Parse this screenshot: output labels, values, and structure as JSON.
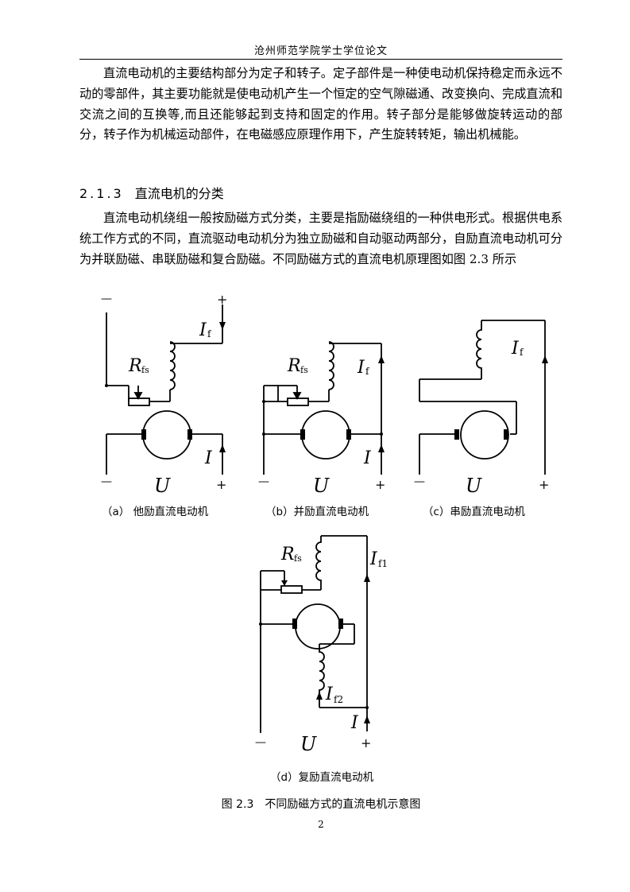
{
  "header": {
    "title": "沧州师范学院学士学位论文"
  },
  "paragraphs": [
    "直流电动机的主要结构部分为定子和转子。定子部件是一种使电动机保持稳定而永远不动的零部件，其主要功能就是使电动机产生一个恒定的空气隙磁通、改变换向、完成直流和交流之间的互换等,而且还能够起到支持和固定的作用。转子部分是能够做旋转运动的部分，转子作为机械运动部件，在电磁感应原理作用下，产生旋转转矩，输出机械能。",
    "直流电动机绕组一般按励磁方式分类，主要是指励磁绕组的一种供电形式。根据供电系统工作方式的不同，直流驱动电动机分为独立励磁和自动驱动两部分，自励直流电动机可分为并联励磁、串联励磁和复合励磁。不同励磁方式的直流电机原理图如图 2.3 所示"
  ],
  "section": {
    "number": "2.1.3",
    "title": "直流电机的分类"
  },
  "figure": {
    "symbols": {
      "minus": "—",
      "plus": "+",
      "U": "U",
      "I": "I",
      "R": "R",
      "fs": "fs",
      "f": "f",
      "f1": "f1",
      "f2": "f2"
    },
    "subcaptions": {
      "a": "（a） 他励直流电动机",
      "b": "（b）并励直流电动机",
      "c": "（c）串励直流电动机",
      "d": "（d）复励直流电动机"
    },
    "caption": "图 2.3　不同励磁方式的直流电机示意图"
  },
  "page_number": "2"
}
